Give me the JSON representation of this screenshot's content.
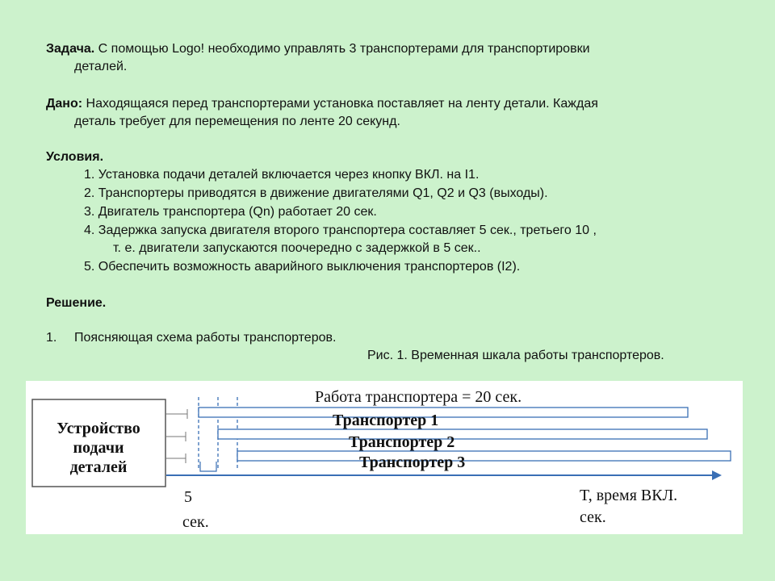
{
  "task": {
    "label": "Задача.",
    "line1": "С помощью Logo! необходимо управлять 3 транспортерами для транспортировки",
    "line2": "деталей."
  },
  "given": {
    "label": "Дано:",
    "line1": "Находящаяся перед транспортерами установка поставляет на ленту детали. Каждая",
    "line2": "деталь требует для перемещения по ленте 20 секунд."
  },
  "conditions": {
    "title": "Условия.",
    "items": [
      "1. Установка подачи деталей включается через кнопку ВКЛ. на I1.",
      "2. Транспортеры приводятся в движение двигателями Q1, Q2 и Q3 (выходы).",
      "3. Двигатель транспортера (Qn) работает 20 сек.",
      "4. Задержка запуска двигателя второго транспортера составляет 5 сек., третьего 10 ,",
      "т. е. двигатели запускаются поочередно с задержкой в 5 сек..",
      "5. Обеспечить возможность аварийного выключения транспортеров (I2)."
    ]
  },
  "solution": {
    "title": "Решение.",
    "step_num": "1.",
    "step_text": "Поясняющая схема работы транспортеров.",
    "caption": "Рис. 1. Временная шкала работы транспортеров."
  },
  "diagram": {
    "device_label": [
      "Устройство",
      "подачи",
      "деталей"
    ],
    "work_label": "Работа транспортера = 20 сек.",
    "conveyors": [
      "Транспортер 1",
      "Транспортер 2",
      "Транспортер 3"
    ],
    "delay_label": [
      "5",
      "сек."
    ],
    "time_label": [
      "T, время ВКЛ.",
      "сек."
    ]
  }
}
